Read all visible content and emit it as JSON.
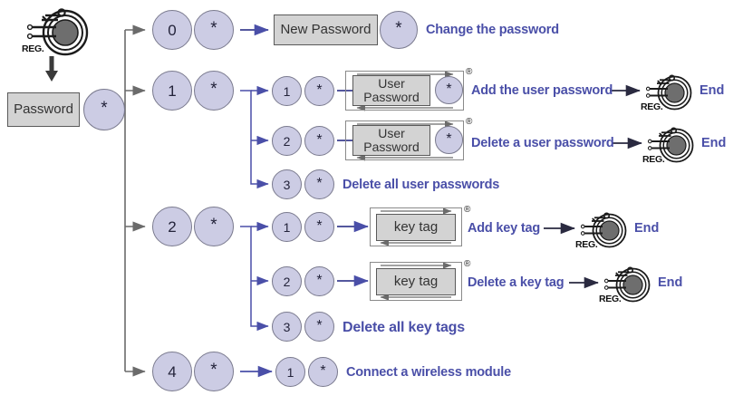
{
  "diagram": {
    "title": "Password programming flow",
    "colors": {
      "accent_blue": "#4a4fa8",
      "key_fill": "#ccccE4",
      "key_stroke": "#7a7a8e",
      "box_fill": "#d3d3d3",
      "box_stroke": "#5a5a5a",
      "grey_arrow": "#6b6b6b",
      "blue_arrow": "#4a4fa8"
    },
    "start": {
      "reg_caption": "REG.",
      "icon": "reg-key-icon",
      "password_box": "Password",
      "star_key": "*"
    },
    "branches": [
      {
        "id": "branch-0",
        "digit": "0",
        "star": "*",
        "result_box": "New Password",
        "result_star": "*",
        "label": "Change the password"
      },
      {
        "id": "branch-1",
        "digit": "1",
        "star": "*",
        "subbranches": [
          {
            "id": "branch-1-1",
            "digit": "1",
            "star": "*",
            "loop_box": "User Password",
            "loop_star": "*",
            "registered_mark": "®",
            "label": "Add the user password",
            "end_label": "End",
            "end_reg_caption": "REG."
          },
          {
            "id": "branch-1-2",
            "digit": "2",
            "star": "*",
            "loop_box": "User Password",
            "loop_star": "*",
            "registered_mark": "®",
            "label": "Delete a user password",
            "end_label": "End",
            "end_reg_caption": "REG."
          },
          {
            "id": "branch-1-3",
            "digit": "3",
            "star": "*",
            "label": "Delete all user passwords"
          }
        ]
      },
      {
        "id": "branch-2",
        "digit": "2",
        "star": "*",
        "subbranches": [
          {
            "id": "branch-2-1",
            "digit": "1",
            "star": "*",
            "loop_box": "key tag",
            "registered_mark": "®",
            "label": "Add key tag",
            "end_label": "End",
            "end_reg_caption": "REG."
          },
          {
            "id": "branch-2-2",
            "digit": "2",
            "star": "*",
            "loop_box": "key tag",
            "registered_mark": "®",
            "label": "Delete a key tag",
            "end_label": "End",
            "end_reg_caption": "REG."
          },
          {
            "id": "branch-2-3",
            "digit": "3",
            "star": "*",
            "label": "Delete all key tags"
          }
        ]
      },
      {
        "id": "branch-4",
        "digit": "4",
        "star": "*",
        "subbranches": [
          {
            "id": "branch-4-1",
            "digit": "1",
            "star": "*",
            "label": "Connect a wireless module"
          }
        ]
      }
    ]
  }
}
